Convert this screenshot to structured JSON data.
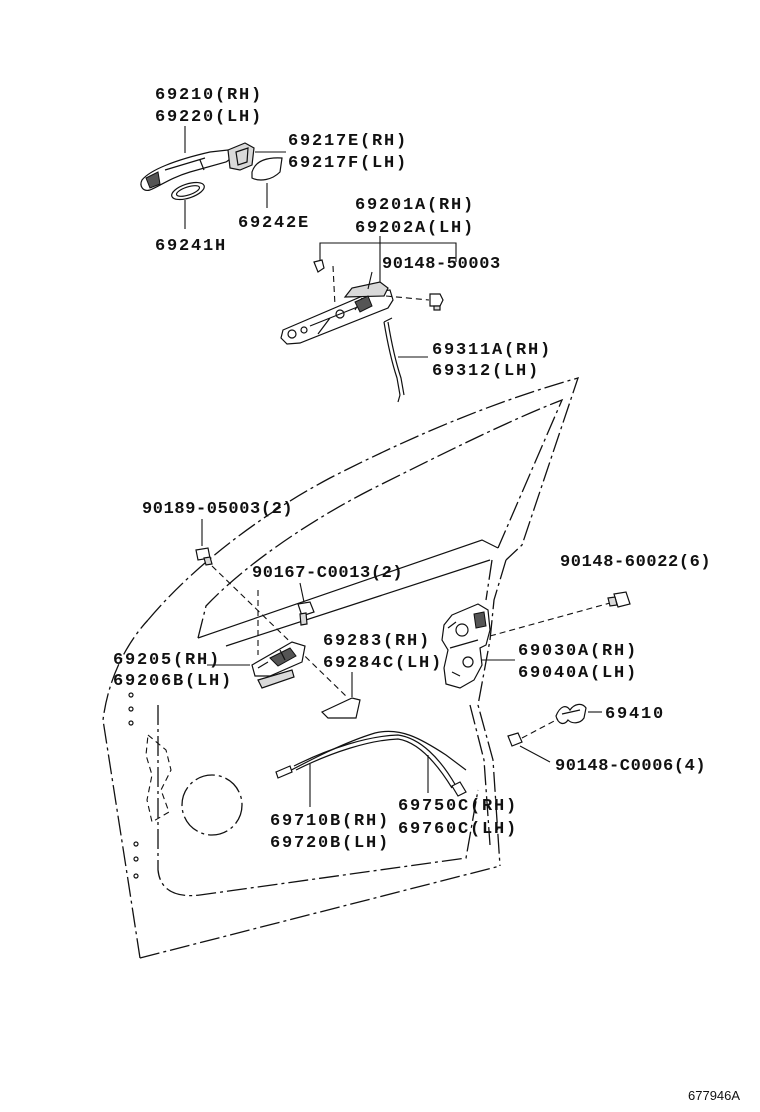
{
  "labels": {
    "p69210": {
      "rh": "69210(RH)",
      "lh": "69220(LH)"
    },
    "p69217": {
      "rh": "69217E(RH)",
      "lh": "69217F(LH)"
    },
    "p69242": "69242E",
    "p69241": "69241H",
    "p69201": {
      "rh": "69201A(RH)",
      "lh": "69202A(LH)"
    },
    "p9014850003": "90148-50003",
    "p69311": {
      "rh": "69311A(RH)",
      "lh": "69312(LH)"
    },
    "p9018905003": "90189-05003(2)",
    "p90167C0013": "90167-C0013(2)",
    "p9014860022": "90148-60022(6)",
    "p69283": {
      "rh": "69283(RH)",
      "lh": "69284C(LH)"
    },
    "p69205": {
      "rh": "69205(RH)",
      "lh": "69206B(LH)"
    },
    "p69030": {
      "rh": "69030A(RH)",
      "lh": "69040A(LH)"
    },
    "p69410": "69410",
    "p90148C0006": "90148-C0006(4)",
    "p69710": {
      "rh": "69710B(RH)",
      "lh": "69720B(LH)"
    },
    "p69750": {
      "rh": "69750C(RH)",
      "lh": "69760C(LH)"
    }
  },
  "figure_id": "677946A"
}
